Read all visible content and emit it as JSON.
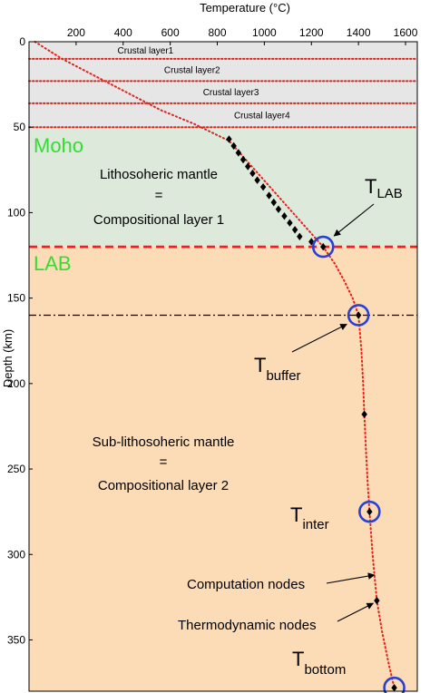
{
  "chart_data": {
    "type": "scatter",
    "xlabel": "Temperature (°C)",
    "ylabel": "Depth (km)",
    "xlim": [
      0,
      1650
    ],
    "ylim": [
      0,
      380
    ],
    "y_inverted": true,
    "x_axis_position": "top",
    "x_ticks": [
      200,
      400,
      600,
      800,
      1000,
      1200,
      1400,
      1600
    ],
    "y_ticks": [
      0,
      50,
      100,
      150,
      200,
      250,
      300,
      350
    ],
    "zones": [
      {
        "name": "crust",
        "from": 0,
        "to": 50,
        "color": "#e6e6e6"
      },
      {
        "name": "lithospheric-mantle",
        "from": 50,
        "to": 120,
        "color": "#dde9da"
      },
      {
        "name": "sub-lithospheric-mantle",
        "from": 120,
        "to": 380,
        "color": "#fbdcb6"
      }
    ],
    "crustal_layers": [
      {
        "label": "Crustal layer1",
        "from": 0,
        "to": 10
      },
      {
        "label": "Crustal layer2",
        "from": 10,
        "to": 23
      },
      {
        "label": "Crustal layer3",
        "from": 23,
        "to": 36
      },
      {
        "label": "Crustal layer4",
        "from": 36,
        "to": 50
      }
    ],
    "boundaries": [
      {
        "depth": 10,
        "style": "dotted",
        "color": "#e8201a"
      },
      {
        "depth": 23,
        "style": "dotted",
        "color": "#e8201a"
      },
      {
        "depth": 36,
        "style": "dotted",
        "color": "#e8201a"
      },
      {
        "depth": 50,
        "style": "dotted",
        "color": "#e8201a"
      },
      {
        "depth": 120,
        "style": "dashed",
        "color": "#ff1a1a"
      },
      {
        "depth": 160,
        "style": "dash-dot",
        "color": "#000000"
      }
    ],
    "series": [
      {
        "kind": "computation-nodes",
        "color": "#e8201a",
        "points": [
          [
            25,
            0
          ],
          [
            140,
            10
          ],
          [
            280,
            20
          ],
          [
            420,
            30
          ],
          [
            560,
            40
          ],
          [
            700,
            48
          ],
          [
            850,
            58
          ],
          [
            1250,
            120
          ],
          [
            1300,
            130
          ],
          [
            1340,
            140
          ],
          [
            1375,
            150
          ],
          [
            1400,
            160
          ],
          [
            1412,
            180
          ],
          [
            1420,
            200
          ],
          [
            1425,
            218
          ],
          [
            1432,
            240
          ],
          [
            1440,
            260
          ],
          [
            1447,
            275
          ],
          [
            1460,
            300
          ],
          [
            1478,
            327
          ],
          [
            1500,
            345
          ],
          [
            1530,
            365
          ],
          [
            1552,
            378
          ]
        ]
      },
      {
        "kind": "thermodynamic-nodes",
        "color": "#000000",
        "points": [
          [
            850,
            57
          ],
          [
            870,
            61
          ],
          [
            890,
            65
          ],
          [
            910,
            69
          ],
          [
            930,
            73
          ],
          [
            950,
            77
          ],
          [
            970,
            81
          ],
          [
            995,
            85
          ],
          [
            1020,
            90
          ],
          [
            1040,
            94
          ],
          [
            1060,
            98
          ],
          [
            1085,
            102
          ],
          [
            1108,
            106
          ],
          [
            1130,
            110
          ],
          [
            1150,
            114
          ],
          [
            1200,
            117
          ],
          [
            1250,
            120
          ],
          [
            1400,
            160
          ],
          [
            1425,
            218
          ],
          [
            1447,
            275
          ],
          [
            1478,
            327
          ],
          [
            1552,
            378
          ]
        ]
      }
    ],
    "highlighted_points": [
      {
        "name": "T_LAB",
        "x": 1250,
        "y": 120
      },
      {
        "name": "T_buffer",
        "x": 1400,
        "y": 160
      },
      {
        "name": "T_inter",
        "x": 1447,
        "y": 275
      },
      {
        "name": "T_bottom",
        "x": 1552,
        "y": 378
      }
    ],
    "annotations": {
      "moho": "Moho",
      "lab": "LAB",
      "litho_line1": "Lithosoheric mantle",
      "litho_eq": "=",
      "litho_line2": "Compositional layer 1",
      "sub_line1": "Sub-lithosoheric mantle",
      "sub_eq": "=",
      "sub_line2": "Compositional layer 2",
      "t_symbol": "T",
      "t_lab_sub": "LAB",
      "t_buffer_sub": "buffer",
      "t_inter_sub": "inter",
      "t_bottom_sub": "bottom",
      "computation_nodes": "Computation nodes",
      "thermodynamic_nodes": "Thermodynamic nodes"
    },
    "colors": {
      "node_line": "#e8201a",
      "lab_line": "#ff1a1a",
      "circle": "#2b3fd6",
      "zone_label": "#33dd33"
    }
  }
}
